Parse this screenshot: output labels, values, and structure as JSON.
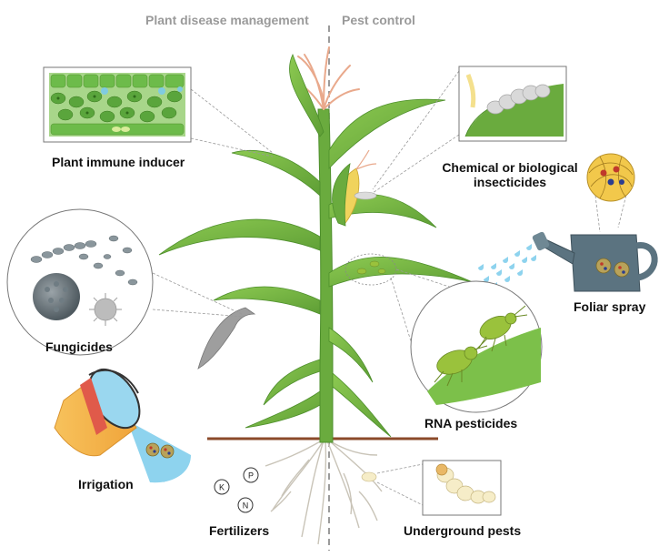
{
  "headers": {
    "left": "Plant disease management",
    "right": "Pest control"
  },
  "labels": {
    "immune_inducer": "Plant immune inducer",
    "fungicides": "Fungicides",
    "irrigation": "Irrigation",
    "fertilizers": "Fertilizers",
    "insecticides_line1": "Chemical or biological",
    "insecticides_line2": "insecticides",
    "foliar_spray": "Foliar spray",
    "rna_pesticides": "RNA pesticides",
    "underground_pests": "Underground pests"
  },
  "nutrients": [
    "K",
    "P",
    "N"
  ],
  "colors": {
    "leaf": "#74b843",
    "leaf_dark": "#4e8f2c",
    "soil_line": "#8b4a2a",
    "header": "#9a9a9a",
    "bucket": "#f5b54a",
    "water": "#8ed3ee",
    "can": "#5b7380"
  }
}
